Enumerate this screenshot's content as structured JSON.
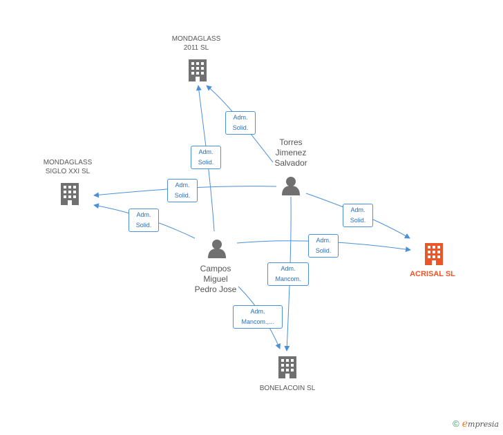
{
  "nodes": {
    "mondaglass2011": {
      "line1": "MONDAGLASS",
      "line2": "2011 SL",
      "color": "#707070"
    },
    "mondaglassxxi": {
      "line1": "MONDAGLASS",
      "line2": "SIGLO XXI  SL",
      "color": "#707070"
    },
    "acrisal": {
      "line1": "ACRISAL SL",
      "color": "#e8562a"
    },
    "bonelacoin": {
      "line1": "BONELACOIN SL",
      "color": "#707070"
    },
    "torres": {
      "line1": "Torres",
      "line2": "Jimenez",
      "line3": "Salvador",
      "color": "#707070"
    },
    "campos": {
      "line1": "Campos",
      "line2": "Miguel",
      "line3": "Pedro Jose",
      "color": "#707070"
    }
  },
  "edges": {
    "e1": {
      "line1": "Adm.",
      "line2": "Solid."
    },
    "e2": {
      "line1": "Adm.",
      "line2": "Solid."
    },
    "e3": {
      "line1": "Adm.",
      "line2": "Solid."
    },
    "e4": {
      "line1": "Adm.",
      "line2": "Solid."
    },
    "e5": {
      "line1": "Adm.",
      "line2": "Solid."
    },
    "e6": {
      "line1": "Adm.",
      "line2": "Solid."
    },
    "e7": {
      "line1": "Adm.",
      "line2": "Mancom."
    },
    "e8": {
      "line1": "Adm.",
      "line2": "Mancom.,..."
    }
  },
  "colors": {
    "edge": "#4a8fd8",
    "company": "#707070",
    "focus": "#e8562a"
  },
  "footer": {
    "copyright": "©",
    "brand_initial": "e",
    "brand_rest": "mpresia"
  }
}
